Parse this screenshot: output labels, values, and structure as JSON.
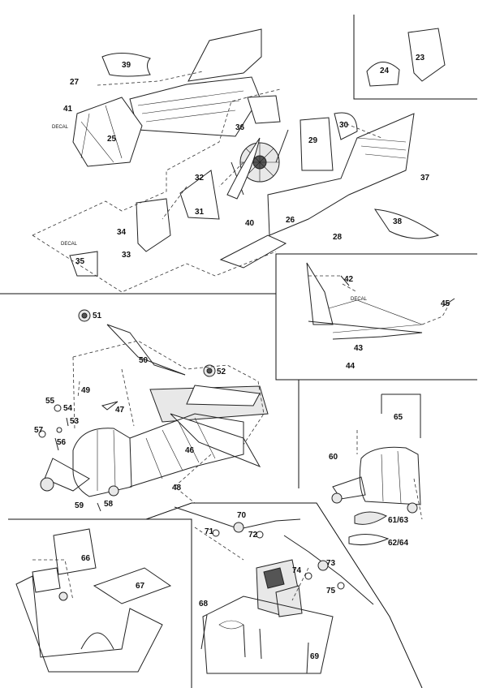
{
  "labels": {
    "p23": "23",
    "p24": "24",
    "p25": "25",
    "p26": "26",
    "p27": "27",
    "p28": "28",
    "p29": "29",
    "p30": "30",
    "p31": "31",
    "p32": "32",
    "p33": "33",
    "p34": "34",
    "p35": "35",
    "p36": "36",
    "p37": "37",
    "p38": "38",
    "p39": "39",
    "p40": "40",
    "p41": "41",
    "p42": "42",
    "p43": "43",
    "p44": "44",
    "p45": "45",
    "p46": "46",
    "p47": "47",
    "p48": "48",
    "p49": "49",
    "p50": "50",
    "p51": "51",
    "p52": "52",
    "p53": "53",
    "p54": "54",
    "p55": "55",
    "p56": "56",
    "p57": "57",
    "p58": "58",
    "p59": "59",
    "p60": "60",
    "p61": "61/63",
    "p62": "62/64",
    "p65": "65",
    "p66": "66",
    "p67": "67",
    "p68": "68",
    "p69": "69",
    "p70": "70",
    "p71": "71",
    "p72": "72",
    "p73": "73",
    "p74": "74",
    "p75": "75"
  },
  "decals": {
    "d1": "DECAL",
    "d2": "DECAL",
    "d3": "DECAL"
  }
}
